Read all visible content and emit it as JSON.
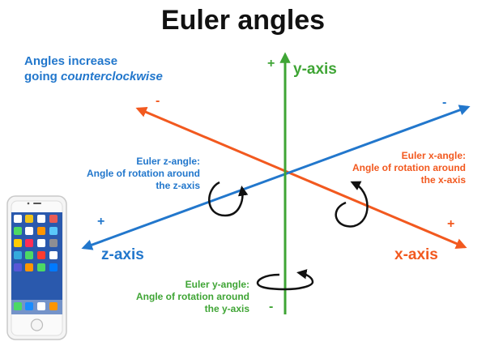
{
  "title": "Euler angles",
  "note": {
    "line1": "Angles increase",
    "line2": "going ",
    "line2_em": "counterclockwise"
  },
  "colors": {
    "x_axis": "#f2591f",
    "y_axis": "#3fa535",
    "z_axis": "#2277cc",
    "text_dark": "#111111",
    "rotation_arrow": "#111111"
  },
  "axes": {
    "y": {
      "label": "y-axis",
      "plus": "+",
      "minus": "-"
    },
    "x": {
      "label": "x-axis",
      "plus": "+",
      "minus": "-"
    },
    "z": {
      "label": "z-axis",
      "plus": "+",
      "minus": "-"
    }
  },
  "descriptions": {
    "z": {
      "line1": "Euler z-angle:",
      "line2": "Angle of rotation around",
      "line3": "the z-axis"
    },
    "x": {
      "line1": "Euler x-angle:",
      "line2": "Angle of rotation around",
      "line3": "the x-axis"
    },
    "y": {
      "line1": "Euler y-angle:",
      "line2": "Angle of rotation around",
      "line3": "the y-axis"
    }
  },
  "phone": {
    "icon": "smartphone-icon"
  }
}
